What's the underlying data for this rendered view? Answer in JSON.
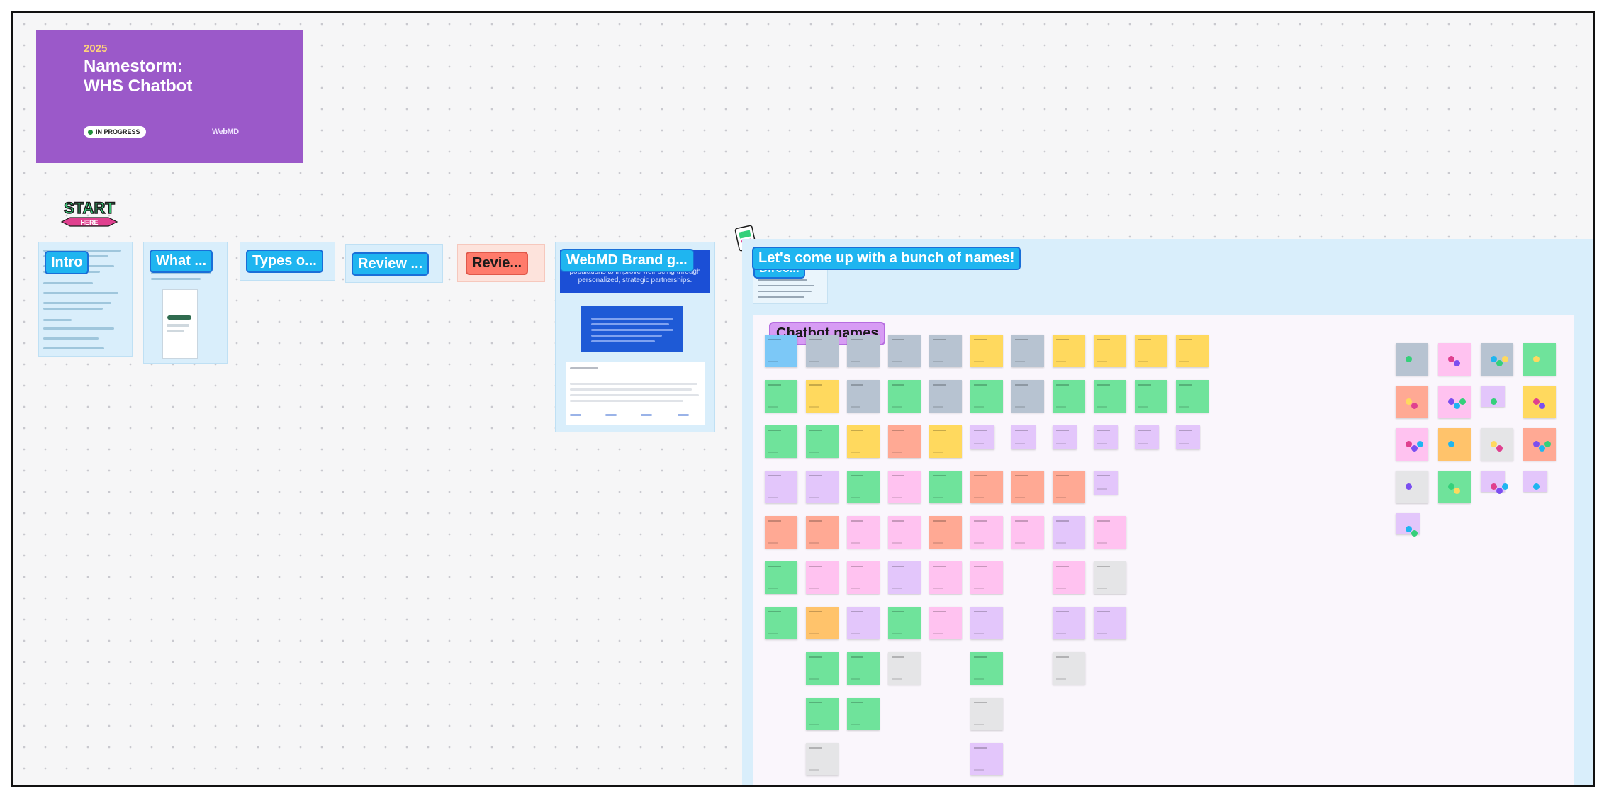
{
  "cover": {
    "year": "2025",
    "title_line1": "Namestorm:",
    "title_line2": "WHS Chatbot",
    "status": "IN PROGRESS",
    "logo": "WebMD"
  },
  "start_sticker": {
    "line1": "START",
    "line2": "HERE"
  },
  "sections": [
    {
      "label": "Intro"
    },
    {
      "label": "What ..."
    },
    {
      "label": "Types o..."
    },
    {
      "label": "Review ..."
    },
    {
      "label": "Revie..."
    },
    {
      "label": "WebMD Brand g..."
    }
  ],
  "brand": {
    "banner_text": "populations to improve well-being through personalized, strategic partnerships."
  },
  "ideas": {
    "frame_label": "Let's come up with a bunch of names!",
    "directions_label": "Direc...",
    "board_label": "Chatbot names"
  },
  "colors": {
    "cover": "#9b59c9",
    "frame_label": "#1fb5f0",
    "frame_bg": "#d9eefb",
    "names_label": "#d79cf4",
    "review_label": "#ff7b6b"
  }
}
